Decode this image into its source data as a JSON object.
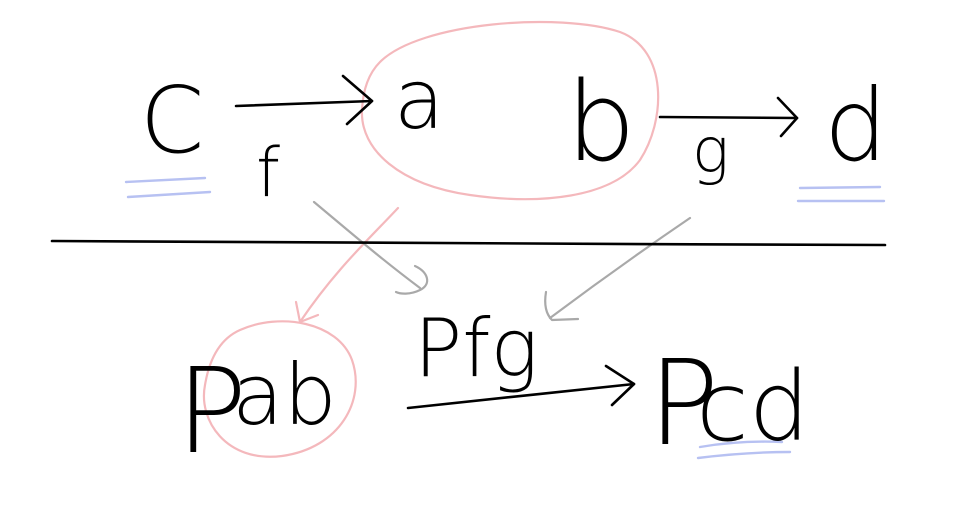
{
  "top_row": {
    "object_c": "C",
    "morphism_f": "f",
    "object_a": "a",
    "object_b": "b",
    "morphism_g": "g",
    "object_d": "d"
  },
  "bottom_row": {
    "set_p": "P",
    "set_ab": "ab",
    "map_pfg": "Pfg",
    "set_p2": "P",
    "set_cd": "cd"
  },
  "colors": {
    "ink": "#000000",
    "pair_circle": "#f4b8bc",
    "projection_arrows": "#a9a9a9",
    "underline": "#b7c1f2"
  }
}
